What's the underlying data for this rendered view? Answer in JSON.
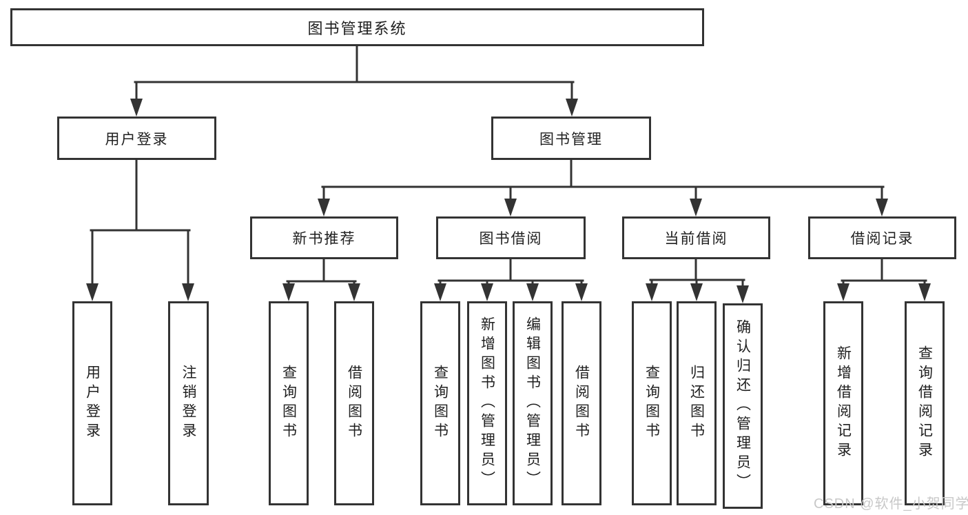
{
  "tree": {
    "root": {
      "label": "图书管理系统"
    },
    "level2": [
      {
        "label": "用户登录",
        "children": [
          {
            "label": "用户登录"
          },
          {
            "label": "注销登录"
          }
        ]
      },
      {
        "label": "图书管理",
        "children": [
          {
            "label": "新书推荐",
            "children": [
              {
                "label": "查询图书"
              },
              {
                "label": "借阅图书"
              }
            ]
          },
          {
            "label": "图书借阅",
            "children": [
              {
                "label": "查询图书"
              },
              {
                "label": "新增图书（管理员）"
              },
              {
                "label": "编辑图书（管理员）"
              },
              {
                "label": "借阅图书"
              }
            ]
          },
          {
            "label": "当前借阅",
            "children": [
              {
                "label": "查询图书"
              },
              {
                "label": "归还图书"
              },
              {
                "label": "确认归还（管理员）"
              }
            ]
          },
          {
            "label": "借阅记录",
            "children": [
              {
                "label": "新增借阅记录"
              },
              {
                "label": "查询借阅记录"
              }
            ]
          }
        ]
      }
    ]
  },
  "watermark": {
    "text": "CSDN @软件_小贺同学"
  },
  "colors": {
    "line": "#333333",
    "text": "#1f1f1f",
    "background": "#ffffff",
    "watermark": "#c8c8c8"
  }
}
